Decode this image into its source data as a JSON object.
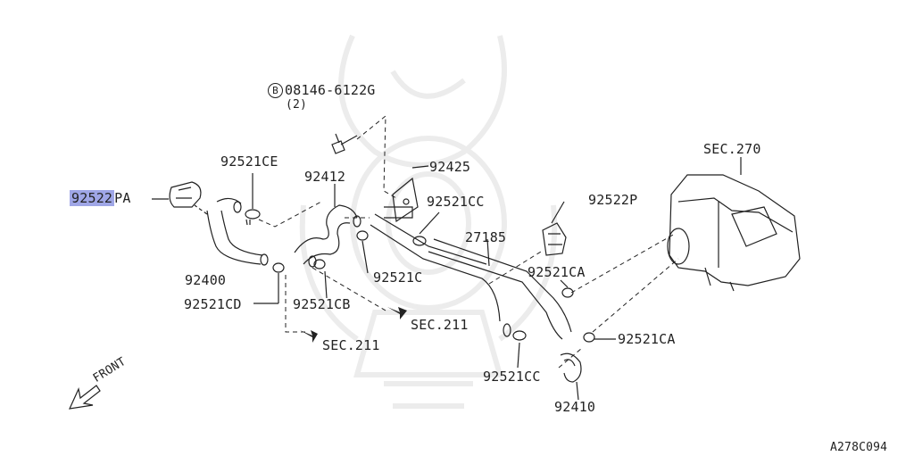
{
  "labels": {
    "part_92522pa_num": "92522",
    "part_92522pa_suffix": "PA",
    "bolt_symbol": "B",
    "bolt_part": "08146-6122G",
    "bolt_qty": "(2)",
    "clamp_92521ce": "92521CE",
    "hose_92412": "92412",
    "bracket_92425": "92425",
    "clamp_92521cc_top": "92521CC",
    "clip_92522p": "92522P",
    "hose_27185": "27185",
    "sec_270": "SEC.270",
    "hose_92400": "92400",
    "clamp_92521cd": "92521CD",
    "clamp_92521cb": "92521CB",
    "clamp_92521c": "92521C",
    "clamp_92521ca_upper": "92521CA",
    "clamp_92521ca_lower": "92521CA",
    "sec_211_right": "SEC.211",
    "sec_211_left": "SEC.211",
    "clamp_92521cc_bottom": "92521CC",
    "hose_92410": "92410",
    "front": "FRONT",
    "diagram_code": "A278C094"
  },
  "colors": {
    "line": "#222222",
    "highlight": "#9fa6e6",
    "watermark": "#ececec"
  },
  "icons": {
    "front_arrow": "front-arrow-icon",
    "sec_arrow": "sec-arrow-icon",
    "bolt": "bolt-icon"
  }
}
